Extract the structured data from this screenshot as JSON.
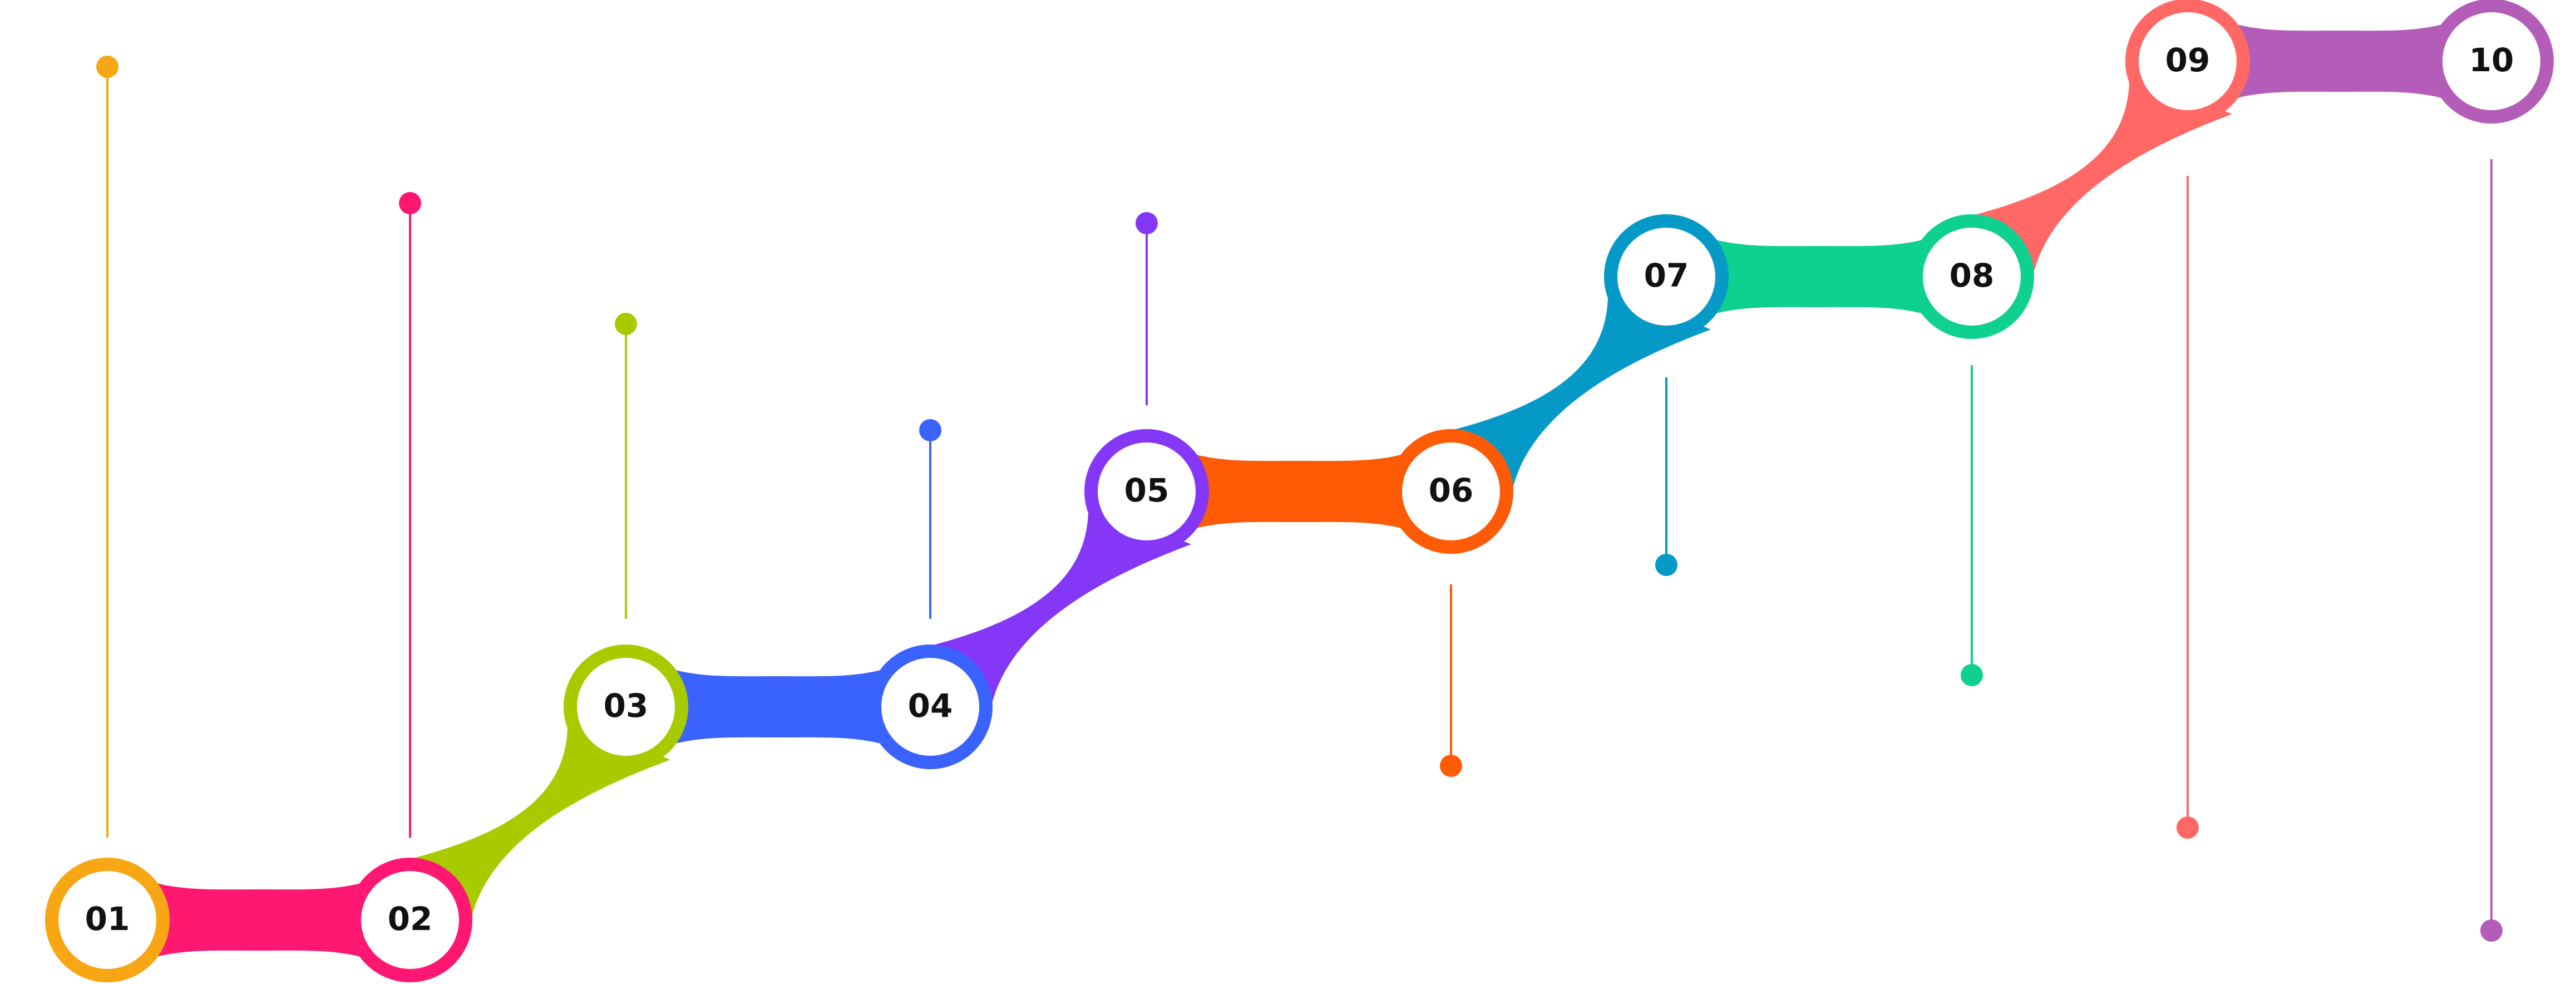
{
  "steps": [
    {
      "label": "01",
      "color": "#F7A614"
    },
    {
      "label": "02",
      "color": "#FF1872"
    },
    {
      "label": "03",
      "color": "#A8CB00"
    },
    {
      "label": "04",
      "color": "#3A63FD"
    },
    {
      "label": "05",
      "color": "#8537F7"
    },
    {
      "label": "06",
      "color": "#FF5A05"
    },
    {
      "label": "07",
      "color": "#0599C7"
    },
    {
      "label": "08",
      "color": "#0FD18F"
    },
    {
      "label": "09",
      "color": "#FF6865"
    },
    {
      "label": "10",
      "color": "#B45DB8"
    }
  ]
}
